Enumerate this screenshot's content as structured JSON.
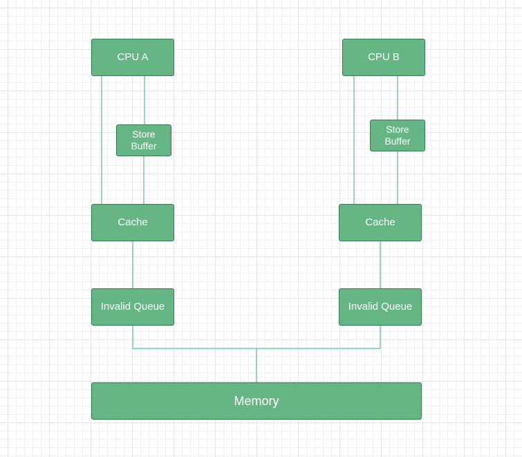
{
  "colors": {
    "node_fill": "#66b584",
    "node_border": "#2e7d4f",
    "edge": "#7dc3b8",
    "text": "#ffffff"
  },
  "nodes": {
    "cpu_a": "CPU A",
    "cpu_b": "CPU B",
    "store_buffer_a": "Store\nBuffer",
    "store_buffer_b": "Store\nBuffer",
    "cache_a": "Cache",
    "cache_b": "Cache",
    "invalid_queue_a": "Invalid Queue",
    "invalid_queue_b": "Invalid Queue",
    "memory": "Memory"
  }
}
